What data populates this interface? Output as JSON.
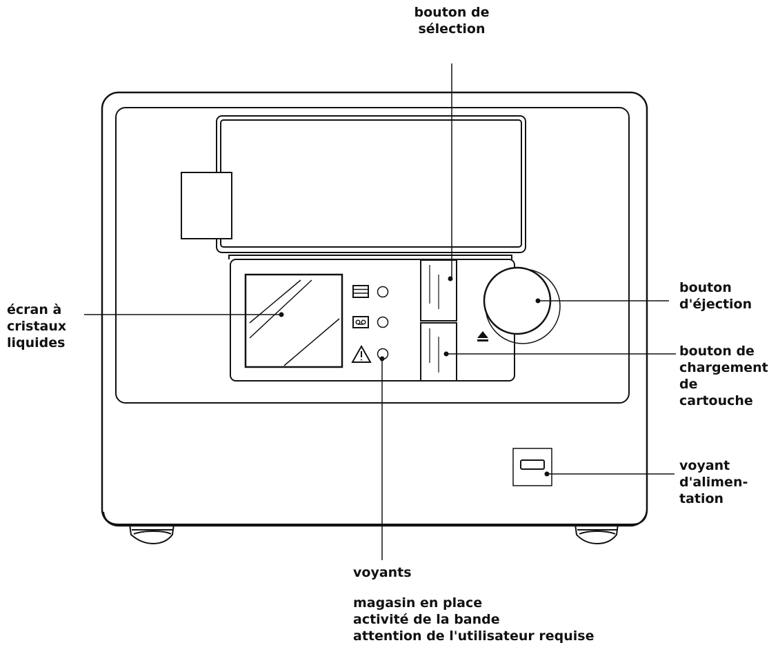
{
  "colors": {
    "stroke": "#111111",
    "background": "#ffffff"
  },
  "icons": {
    "magazine": "magazine-stack-icon",
    "tape": "tape-cassette-icon",
    "attention": "warning-triangle-icon",
    "eject": "eject-icon"
  },
  "labels": {
    "selection_button": [
      "bouton de",
      "sélection"
    ],
    "eject_button": [
      "bouton",
      "d'éjection"
    ],
    "lcd_screen": [
      "écran à",
      "cristaux",
      "liquides"
    ],
    "load_button": [
      "bouton de",
      "chargement",
      "de",
      "cartouche"
    ],
    "power_led": [
      "voyant",
      "d'alimen-",
      "tation"
    ],
    "indicators_title": "voyants",
    "indicators": [
      "magasin en place",
      "activité de la bande",
      "attention de l'utilisateur requise"
    ]
  }
}
